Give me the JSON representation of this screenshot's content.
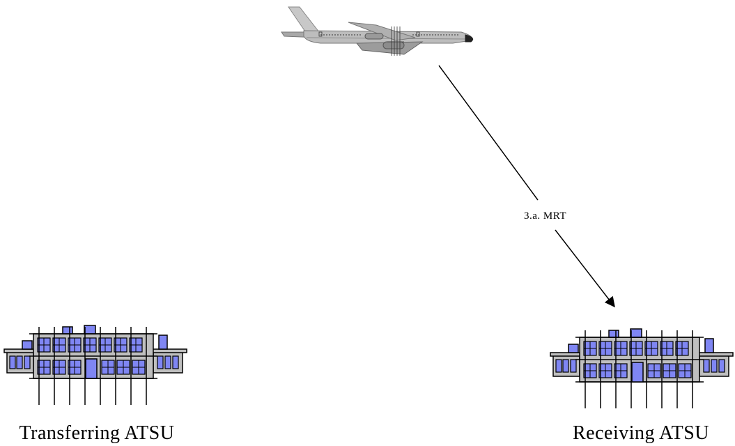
{
  "diagram": {
    "message_label": "3.a. MRT",
    "left_building_label": "Transferring ATSU",
    "right_building_label": "Receiving ATSU"
  },
  "colors": {
    "window_blue": "#7f86f3",
    "building_gray": "#bfbfbf",
    "aircraft_gray": "#b8b8b8",
    "line": "#000000"
  },
  "icons": {
    "aircraft": "aircraft-icon",
    "left_building": "atsu-building-icon",
    "right_building": "atsu-building-icon"
  }
}
